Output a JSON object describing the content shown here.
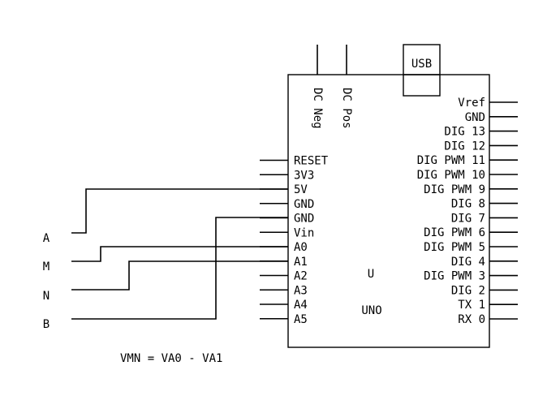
{
  "board": {
    "name": "UNO",
    "designator": "U",
    "usb_label": "USB",
    "top_pins": [
      "DC Neg",
      "DC Pos"
    ],
    "left_pins": [
      "RESET",
      "3V3",
      "5V",
      "GND",
      "GND",
      "Vin",
      "A0",
      "A1",
      "A2",
      "A3",
      "A4",
      "A5"
    ],
    "right_pins": [
      "Vref",
      "GND",
      "DIG 13",
      "DIG 12",
      "DIG PWM 11",
      "DIG PWM 10",
      "DIG PWM 9",
      "DIG 8",
      "DIG 7",
      "DIG PWM 6",
      "DIG PWM 5",
      "DIG 4",
      "DIG PWM 3",
      "DIG 2",
      "TX 1",
      "RX 0"
    ]
  },
  "terminals": [
    "A",
    "M",
    "N",
    "B"
  ],
  "formula": "VMN = VA0 - VA1"
}
